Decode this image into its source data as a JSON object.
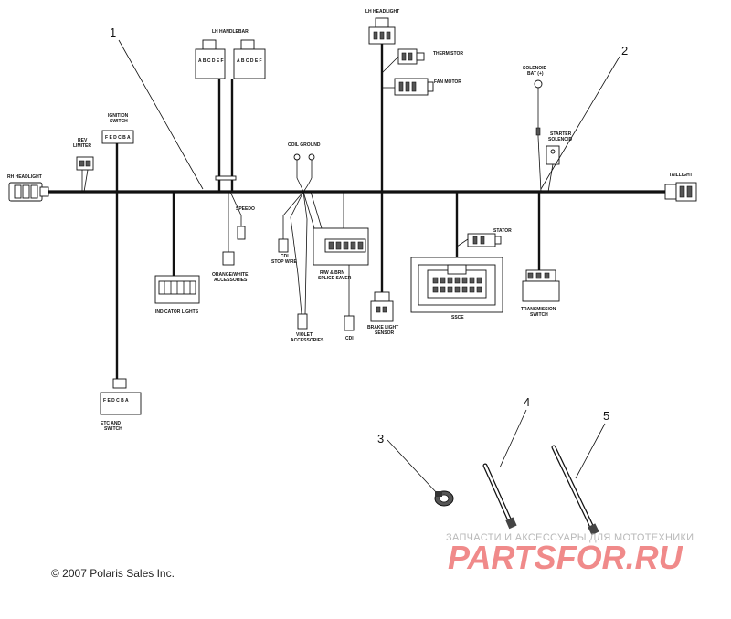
{
  "labels": {
    "rh_headlight": "RH HEADLIGHT",
    "rev_limiter": "REV\nLIMITER",
    "ignition_switch": "IGNITION\nSWITCH",
    "ignition_pins": "F E D C B A",
    "lh_handlebar": "LH HANDLEBAR",
    "handlebar_pins_a": "A B C D E F",
    "handlebar_pins_b": "A B C D E F",
    "lh_headlight": "LH HEADLIGHT",
    "thermistor": "THERMISTOR",
    "fan_motor": "FAN MOTOR",
    "coil_ground": "COIL GROUND",
    "solenoid_bat": "SOLENOID\nBAT (+)",
    "starter_solenoid": "STARTER\nSOLENOID",
    "taillight": "TAILLIGHT",
    "speedo": "SPEEDO",
    "orange_white_accessories": "ORANGE/WHITE\nACCESSORIES",
    "indicator_lights": "INDICATOR LIGHTS",
    "cdi_stop_wire": "CDI\nSTOP WIRE",
    "rw_brn_splice_saver": "R/W & BRN\nSPLICE SAVER",
    "violet_accessories": "VIOLET\nACCESSORIES",
    "cdi": "CDI",
    "brake_light_sensor": "BRAKE LIGHT\nSENSOR",
    "stator": "STATOR",
    "ssce": "SSCE",
    "transmission_switch": "TRANSMISSION\nSWITCH",
    "etc_and_switch": "ETC AND\nSWITCH",
    "etc_pins": "F E D C B A"
  },
  "callouts": [
    "1",
    "2",
    "3",
    "4",
    "5"
  ],
  "watermark": {
    "tagline": "ЗАПЧАСТИ И АКСЕССУАРЫ ДЛЯ МОТОТЕХНИКИ",
    "logo": "PARTSFOR.RU"
  },
  "copyright": "© 2007 Polaris Sales Inc."
}
